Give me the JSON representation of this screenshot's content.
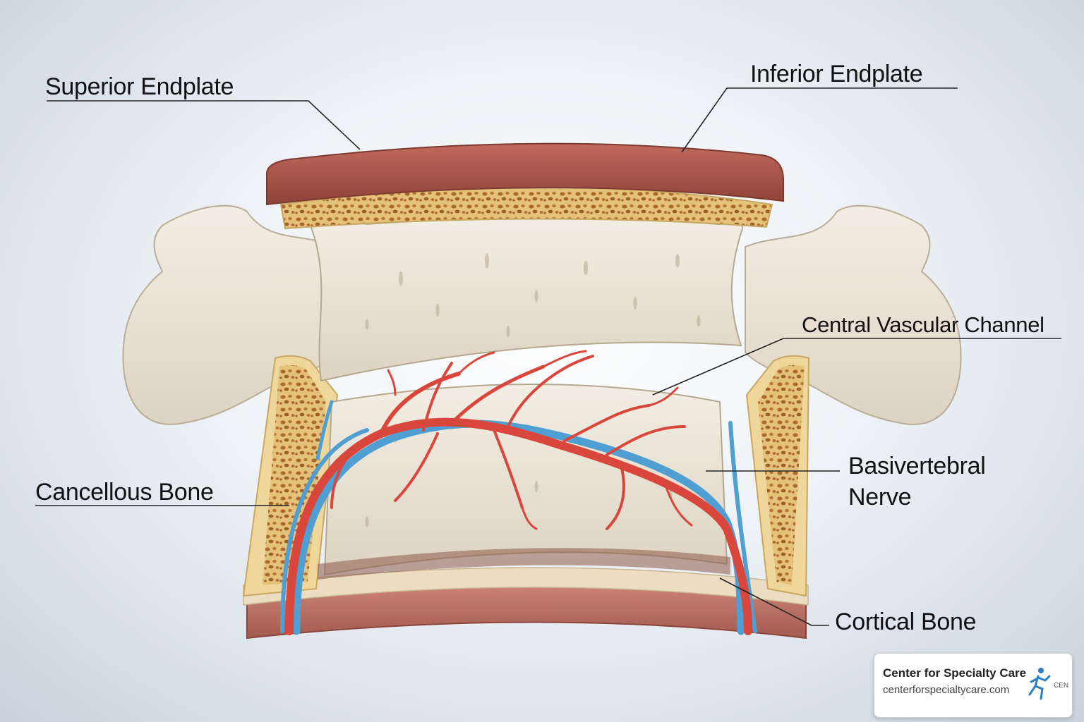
{
  "labels": {
    "superior_endplate": "Superior Endplate",
    "inferior_endplate": "Inferior Endplate",
    "central_vascular_channel": "Central Vascular Channel",
    "cancellous_bone": "Cancellous Bone",
    "basivertebral_nerve_line1": "Basivertebral",
    "basivertebral_nerve_line2": "Nerve",
    "cortical_bone": "Cortical Bone"
  },
  "badge": {
    "name": "Center for Specialty Care",
    "url": "centerforspecialtycare.com",
    "logo_text": "CEN"
  },
  "colors": {
    "endplate": "#a9574c",
    "bone": "#ebe4d6",
    "cortical_yellow": "#e6cf92",
    "artery": "#d9473c",
    "vein": "#4f9fd3"
  }
}
